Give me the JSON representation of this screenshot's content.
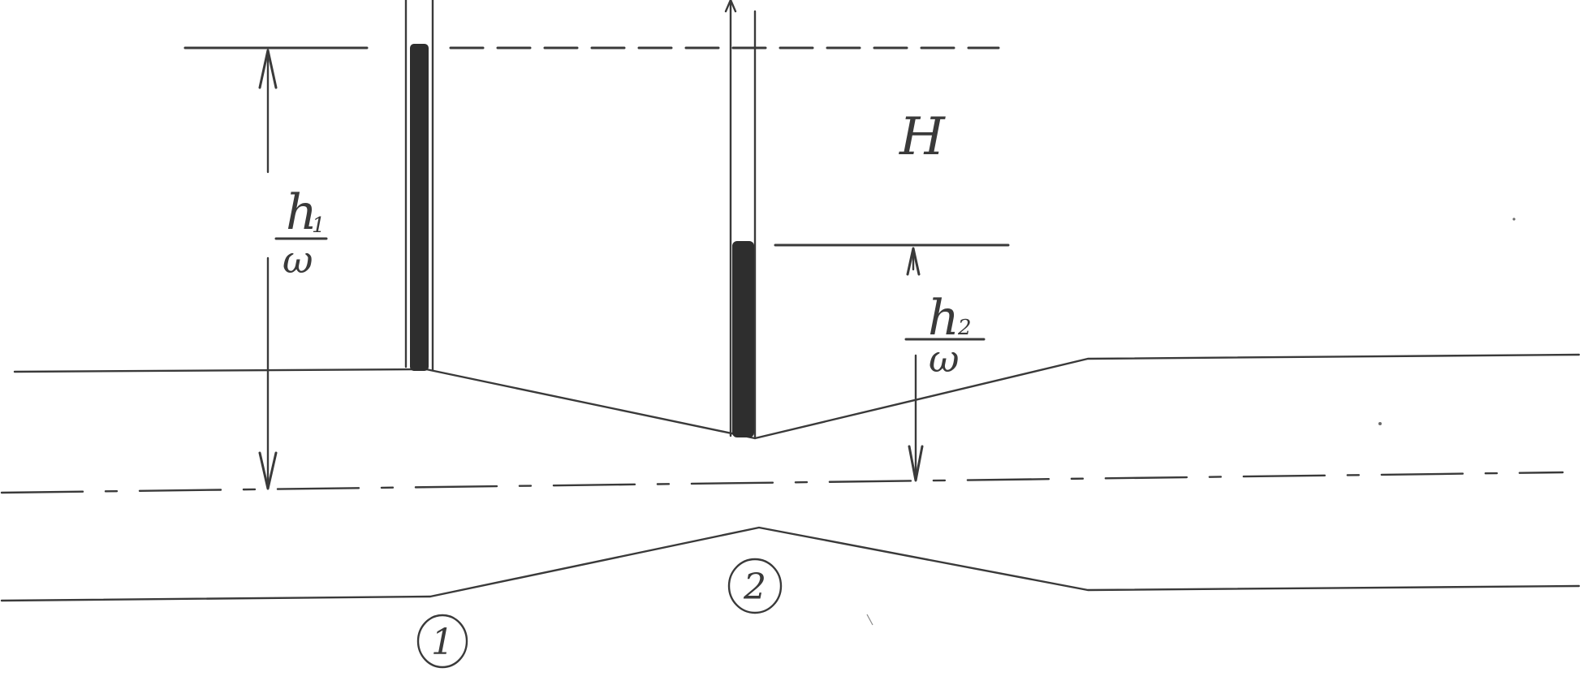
{
  "labels": {
    "H": "H",
    "h1_num": "h",
    "h1_sub": "1",
    "h1_den": "ω",
    "h2_num": "h",
    "h2_sub": "2",
    "h2_den": "ω",
    "section1": "1",
    "section2": "2"
  },
  "colors": {
    "ink": "#3a3a3a",
    "fluid": "#2e2e2e",
    "paper": "#ffffff"
  }
}
